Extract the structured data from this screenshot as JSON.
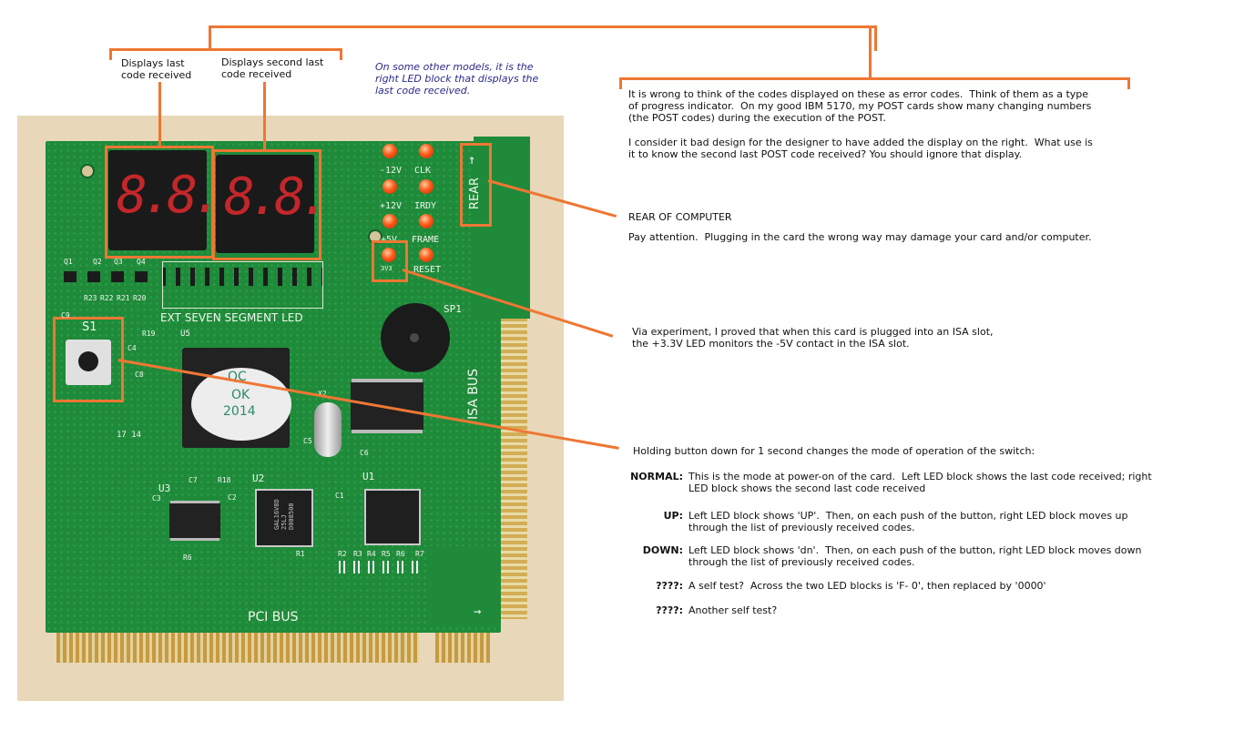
{
  "callouts": {
    "last_code": "Displays last\ncode received",
    "second_last_code": "Displays second last\ncode received",
    "other_models": "On some other models, it is the\nright LED block that displays the\nlast code received.",
    "codes_explanation_p1": "It is wrong to think of the codes displayed on these as error codes.  Think of them as a type\nof progress indicator.  On my good IBM 5170, my POST cards show many changing numbers\n(the POST codes) during the execution of the POST.",
    "codes_explanation_p2": "I consider it bad design for the designer to have added the display on the right.  What use is\nit to know the second last POST code received? You should ignore that display.",
    "rear_title": "REAR OF COMPUTER",
    "rear_warning": "Pay attention.  Plugging in the card the wrong way may damage your card and/or computer.",
    "led_experiment": "Via experiment, I proved that when this card is plugged into an ISA slot,\nthe +3.3V LED monitors the -5V contact in the ISA slot.",
    "button_intro": "Holding button down for 1 second changes the mode of operation of the switch:"
  },
  "modes": [
    {
      "key": "NORMAL:",
      "text": "This is the mode at power-on of the card.  Left LED block shows the last code received; right\nLED block shows the second last code received"
    },
    {
      "key": "UP:",
      "text": "Left LED block shows 'UP'.  Then, on each push of the button, right LED block moves up\nthrough the list of previously received codes."
    },
    {
      "key": "DOWN:",
      "text": "Left LED block shows 'dn'.  Then, on each push of the button, right LED block moves down\nthrough the list of previously received codes."
    },
    {
      "key": "????:",
      "text": "A self test?  Across the two LED blocks is 'F- 0', then replaced by '0000'"
    },
    {
      "key": "????:",
      "text": "Another self test?"
    }
  ],
  "board": {
    "seg_left": "8.8.",
    "seg_right": "8.8.",
    "led_labels": [
      "-12V",
      "CLK",
      "+12V",
      "IRDY",
      "+5V",
      "FRAME",
      "3V3",
      "RESET"
    ],
    "rear_label": "REAR",
    "isa_label": "ISA BUS",
    "pci_label": "PCI BUS",
    "ext_label": "EXT SEVEN SEGMENT LED",
    "s1_label": "S1",
    "sp1_label": "SP1",
    "chip_u5": "U5",
    "chip_u2": "U2",
    "chip_u1": "U1",
    "chip_u3": "U3",
    "chip_x2": "X2",
    "sticker_line1": "QC",
    "sticker_line2": "OK",
    "sticker_line3": "2014",
    "gal_text": "GAL16V8D\n25LJ\nD008508",
    "q_labels": [
      "Q1",
      "Q2",
      "Q3",
      "Q4"
    ],
    "r_labels": [
      "R23",
      "R22",
      "R21",
      "R20"
    ],
    "bottom_r_labels": [
      "R2",
      "R3",
      "R4",
      "R5",
      "R6",
      "R7"
    ],
    "misc_labels": {
      "c9": "C9",
      "c4": "C4",
      "c8": "C8",
      "r19": "R19",
      "c7": "C7",
      "r18": "R18",
      "c3": "C3",
      "c2": "C2",
      "c5": "C5",
      "c6": "C6",
      "c1": "C1",
      "r6": "R6",
      "r1": "R1",
      "tt": "17 14"
    }
  },
  "colors": {
    "accent": "#ee7733",
    "pcb": "#1f8a3a",
    "pcb_dark": "#166e2c",
    "gold": "#c9a24a",
    "wood": "#e6d5b6"
  }
}
